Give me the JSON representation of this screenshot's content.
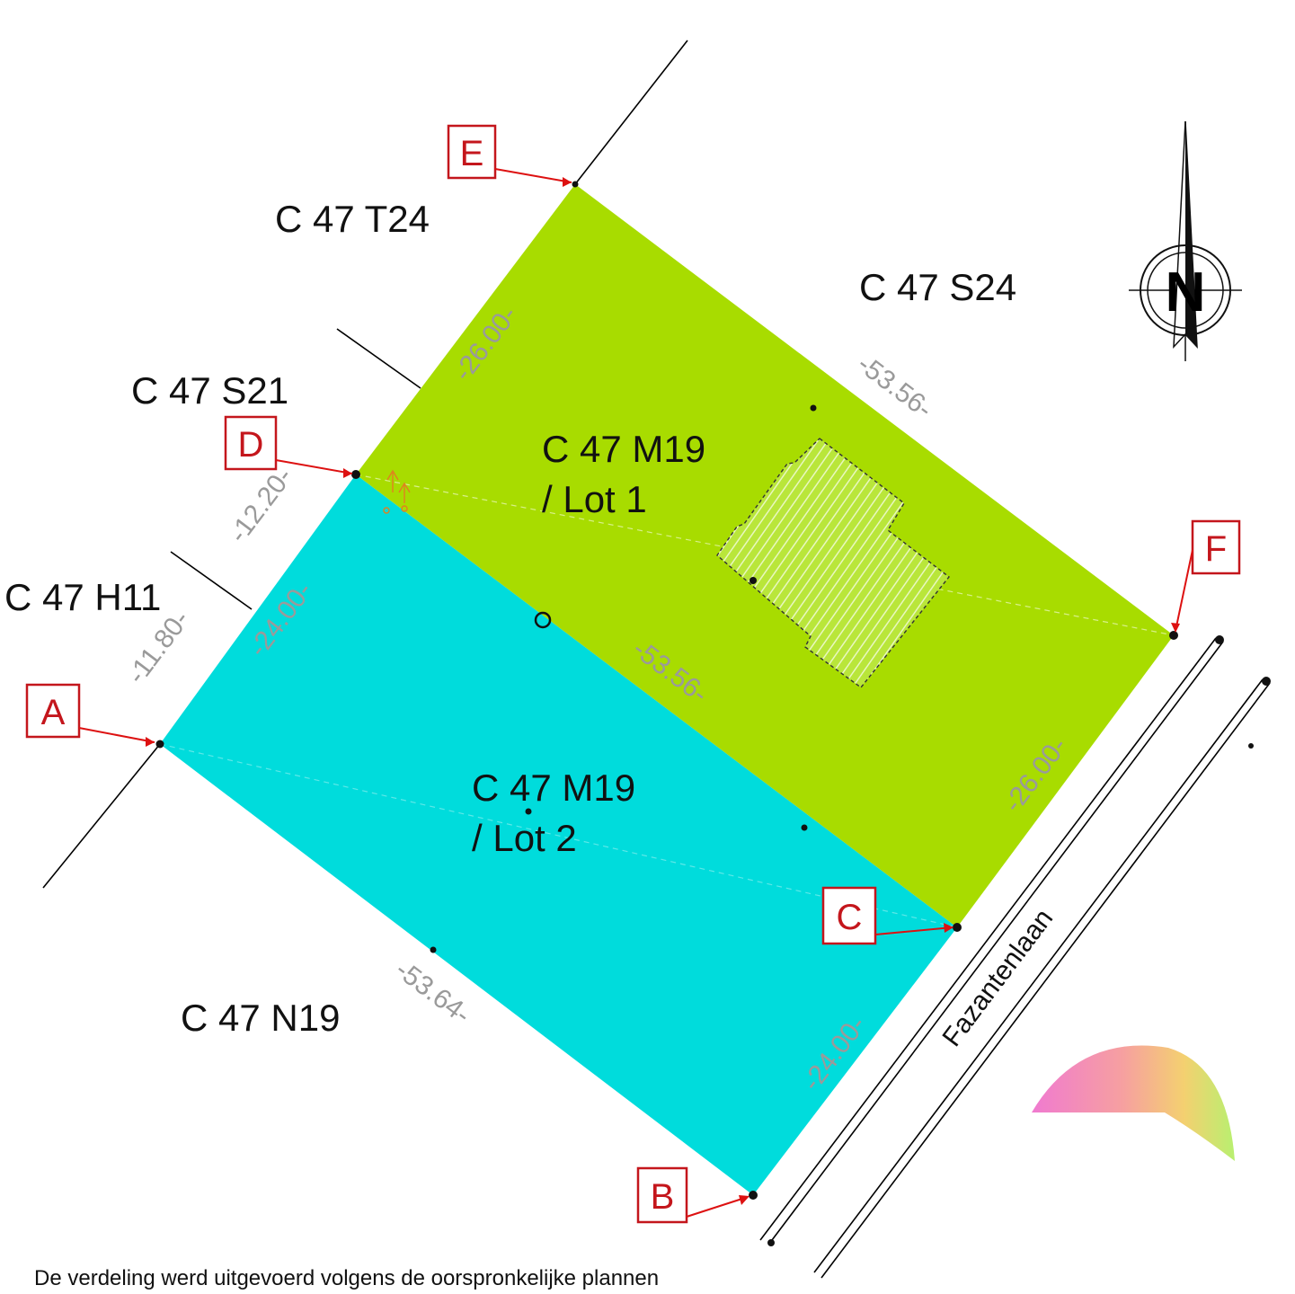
{
  "parcels": {
    "lot1": {
      "line1": "C 47 M19",
      "line2": "/ Lot 1",
      "color": "#a8dc00"
    },
    "lot2": {
      "line1": "C 47 M19",
      "line2": "/ Lot 2",
      "color": "#00dcdc"
    },
    "neighbors": {
      "t24": "C 47 T24",
      "s24": "C 47 S24",
      "s21": "C 47 S21",
      "h11": "C 47 H11",
      "n19": "C 47 N19"
    }
  },
  "dimensions": {
    "lot1_top": "-53.56-",
    "lot1_left": "-26.00-",
    "lot1_right": "-26.00-",
    "shared": "-53.56-",
    "lot2_left": "-24.00-",
    "lot2_bottom": "-53.64-",
    "lot2_right": "-24.00-",
    "ad_upper": "-12.20-",
    "ad_lower": "-11.80-"
  },
  "points": {
    "a": "A",
    "b": "B",
    "c": "C",
    "d": "D",
    "e": "E",
    "f": "F"
  },
  "street": "Fazantenlaan",
  "north_arrow": {
    "letter": "N",
    "icon": "north-arrow-icon"
  },
  "footnote": "De verdeling werd uitgevoerd volgens de oorspronkelijke plannen",
  "colors": {
    "marker": "#c4161c",
    "building": "#9bd000"
  }
}
